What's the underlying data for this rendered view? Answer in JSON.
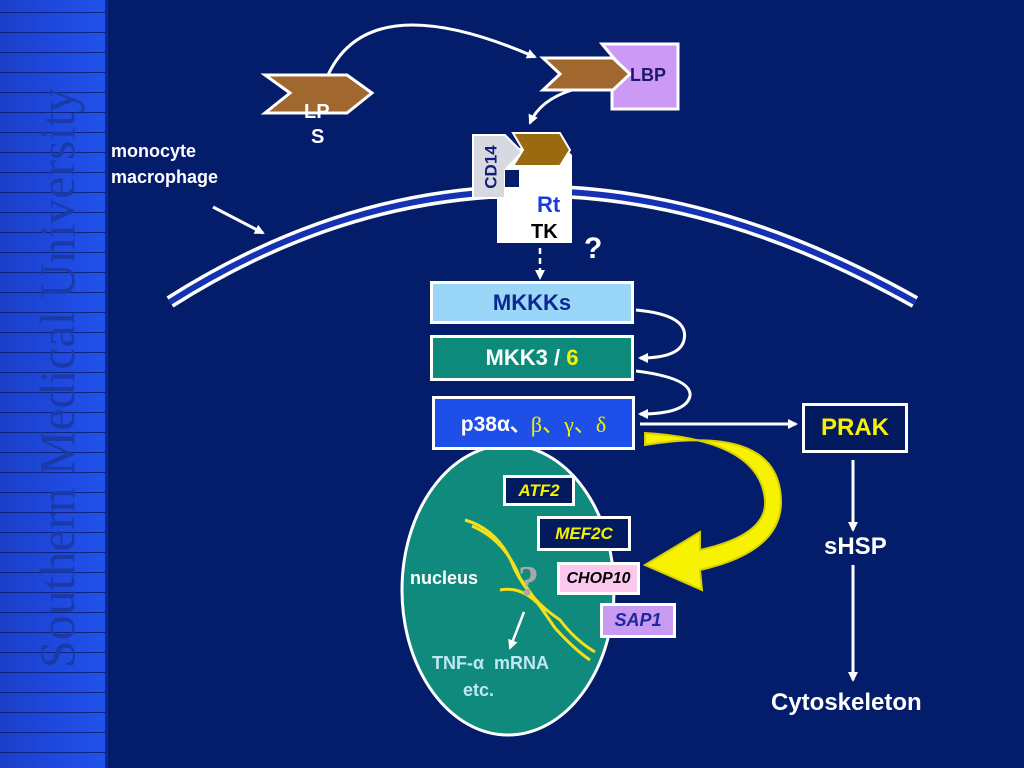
{
  "watermark": "Southern Medical University",
  "colors": {
    "background": "#041d6b",
    "sidebar": "#1f4ae0",
    "ligand_brown": "#a0672e",
    "lbp_purple": "#cc99f5",
    "mkkks_fill": "#99d6f7",
    "mkk_fill": "#0d8a7a",
    "p38_fill": "#1e4fe8",
    "nucleus_fill": "#0f8a7c",
    "highlight_yellow": "#f6f200"
  },
  "ligands": {
    "lps_line1": "LP",
    "lps_line2": "S",
    "lbp": "LBP"
  },
  "receptor": {
    "cd14": "CD14",
    "rt": "Rt",
    "tk": "TK",
    "question": "?"
  },
  "cell": {
    "label_line1": "monocyte",
    "label_line2": "macrophage"
  },
  "cascade": {
    "mkkks": "MKKKs",
    "mkk_prefix": "MKK3 / ",
    "mkk_suffix": "6",
    "p38_prefix": "p38α、",
    "p38_suffix": "β、γ、δ"
  },
  "nucleus": {
    "label": "nucleus",
    "question": "?",
    "tfs": [
      "ATF2",
      "MEF2C",
      "CHOP10",
      "SAP1"
    ],
    "output_line1": "TNF-α  mRNA",
    "output_line2": "etc."
  },
  "branch": {
    "prak": "PRAK",
    "shsp": "sHSP",
    "cytoskeleton": "Cytoskeleton"
  }
}
